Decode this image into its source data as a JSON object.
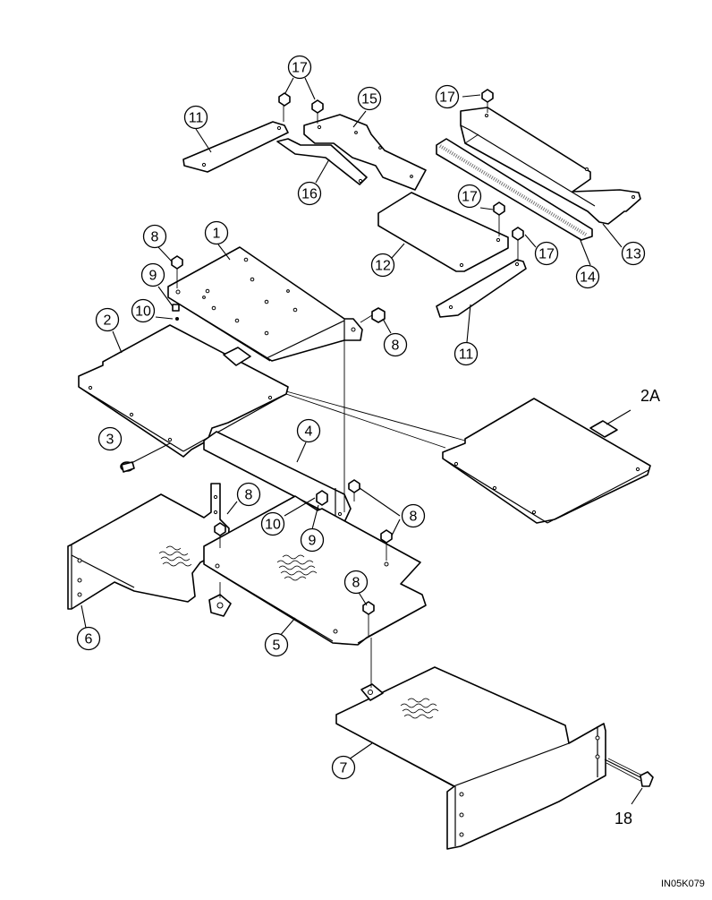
{
  "diagram": {
    "code": "IN05K079",
    "callouts": [
      {
        "id": "c17a",
        "text": "17"
      },
      {
        "id": "c11a",
        "text": "11"
      },
      {
        "id": "c15",
        "text": "15"
      },
      {
        "id": "c17b",
        "text": "17"
      },
      {
        "id": "c16",
        "text": "16"
      },
      {
        "id": "c17c",
        "text": "17"
      },
      {
        "id": "c12",
        "text": "12"
      },
      {
        "id": "c17d",
        "text": "17"
      },
      {
        "id": "c13",
        "text": "13"
      },
      {
        "id": "c14",
        "text": "14"
      },
      {
        "id": "c11b",
        "text": "11"
      },
      {
        "id": "c8a",
        "text": "8"
      },
      {
        "id": "c1",
        "text": "1"
      },
      {
        "id": "c9a",
        "text": "9"
      },
      {
        "id": "c10a",
        "text": "10"
      },
      {
        "id": "c2",
        "text": "2"
      },
      {
        "id": "c8b",
        "text": "8"
      },
      {
        "id": "c3",
        "text": "3"
      },
      {
        "id": "c4",
        "text": "4"
      },
      {
        "id": "c8c",
        "text": "8"
      },
      {
        "id": "c10b",
        "text": "10"
      },
      {
        "id": "c9b",
        "text": "9"
      },
      {
        "id": "c8d",
        "text": "8"
      },
      {
        "id": "c6",
        "text": "6"
      },
      {
        "id": "c8e",
        "text": "8"
      },
      {
        "id": "c5",
        "text": "5"
      },
      {
        "id": "c7",
        "text": "7"
      }
    ],
    "plain_labels": {
      "label_2a": "2A",
      "label_18": "18"
    }
  }
}
